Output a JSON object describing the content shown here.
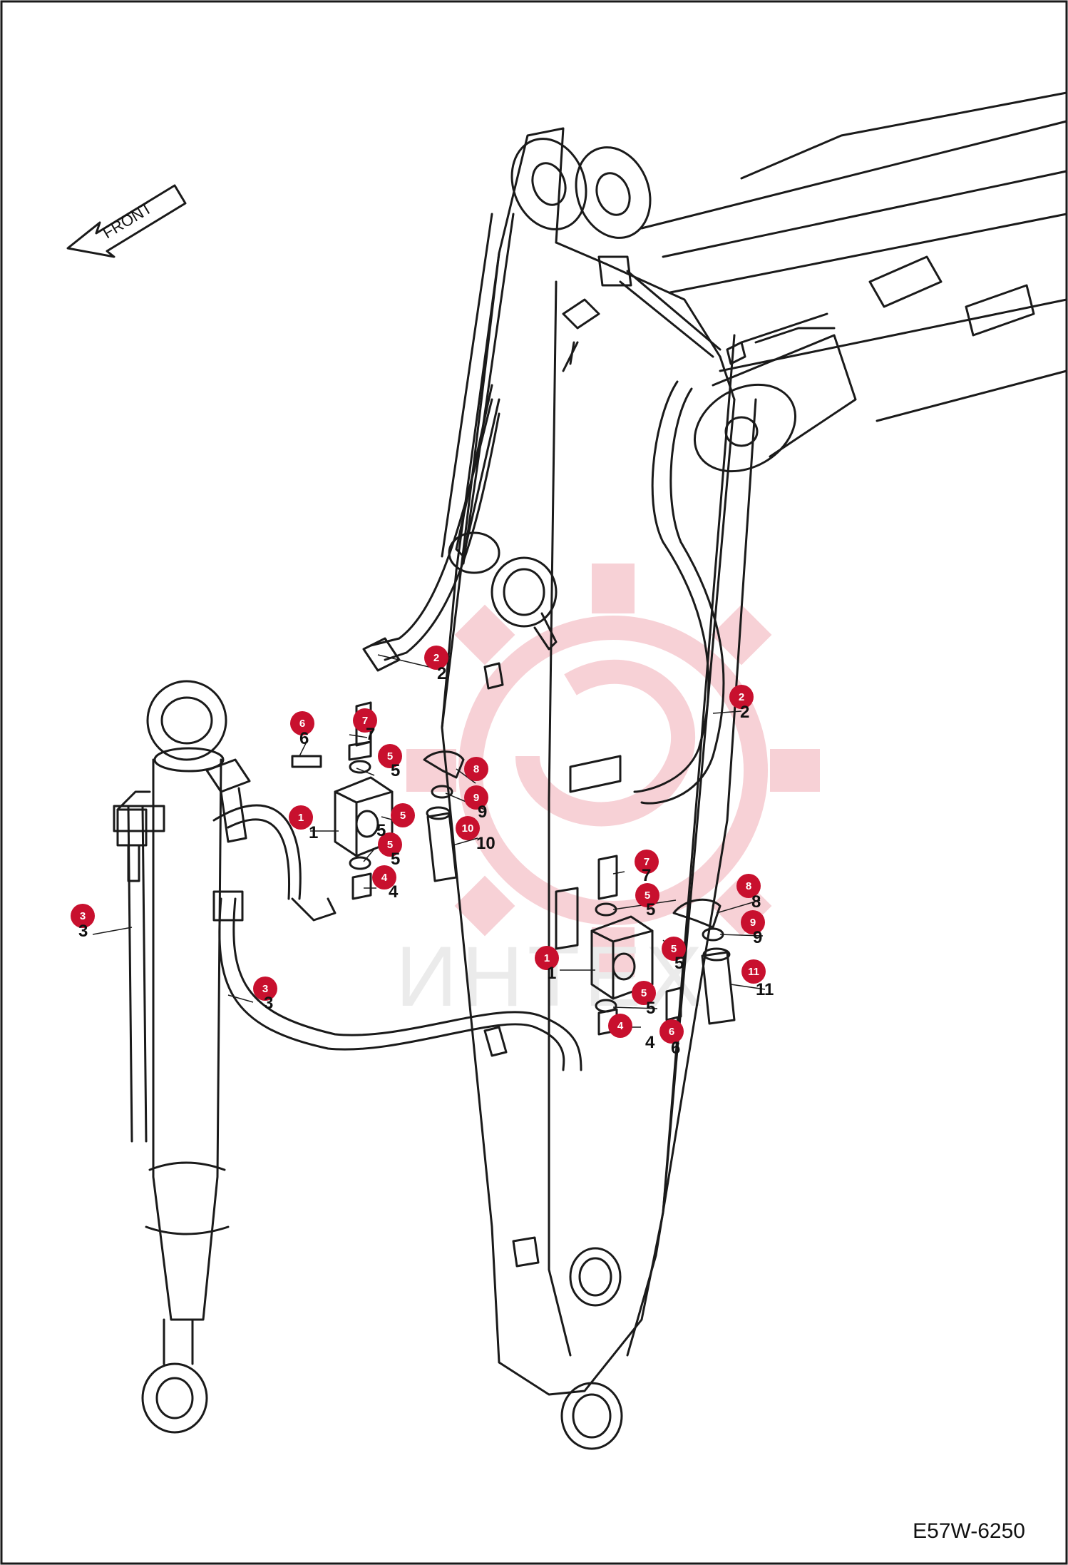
{
  "drawing": {
    "code": "E57W-6250",
    "front_label": "FRONT",
    "watermark_text": "ИНТЕХ"
  },
  "callouts": [
    {
      "id": "c2a",
      "num": "2"
    },
    {
      "id": "c2b",
      "num": "2"
    },
    {
      "id": "c6a",
      "num": "6"
    },
    {
      "id": "c7a",
      "num": "7"
    },
    {
      "id": "c5a",
      "num": "5"
    },
    {
      "id": "c8a",
      "num": "8"
    },
    {
      "id": "c9a",
      "num": "9"
    },
    {
      "id": "c1a",
      "num": "1"
    },
    {
      "id": "c5b",
      "num": "5"
    },
    {
      "id": "c10a",
      "num": "10"
    },
    {
      "id": "c5c",
      "num": "5"
    },
    {
      "id": "c4a",
      "num": "4"
    },
    {
      "id": "c3a",
      "num": "3"
    },
    {
      "id": "c3b",
      "num": "3"
    },
    {
      "id": "c7b",
      "num": "7"
    },
    {
      "id": "c5d",
      "num": "5"
    },
    {
      "id": "c8b",
      "num": "8"
    },
    {
      "id": "c9b",
      "num": "9"
    },
    {
      "id": "c5e",
      "num": "5"
    },
    {
      "id": "c1b",
      "num": "1"
    },
    {
      "id": "c11a",
      "num": "11"
    },
    {
      "id": "c5f",
      "num": "5"
    },
    {
      "id": "c4b",
      "num": "4"
    },
    {
      "id": "c6b",
      "num": "6"
    }
  ],
  "part_labels": [
    {
      "id": "p2a",
      "num": "2"
    },
    {
      "id": "p2b",
      "num": "2"
    },
    {
      "id": "p6a",
      "num": "6"
    },
    {
      "id": "p7a",
      "num": "7"
    },
    {
      "id": "p5a",
      "num": "5"
    },
    {
      "id": "p9a",
      "num": "9"
    },
    {
      "id": "p1a",
      "num": "1"
    },
    {
      "id": "p5b",
      "num": "5"
    },
    {
      "id": "p10a",
      "num": "10"
    },
    {
      "id": "p5c",
      "num": "5"
    },
    {
      "id": "p4a",
      "num": "4"
    },
    {
      "id": "p3a",
      "num": "3"
    },
    {
      "id": "p3b",
      "num": "3"
    },
    {
      "id": "p7b",
      "num": "7"
    },
    {
      "id": "p5d",
      "num": "5"
    },
    {
      "id": "p8b",
      "num": "8"
    },
    {
      "id": "p9b",
      "num": "9"
    },
    {
      "id": "p5e",
      "num": "5"
    },
    {
      "id": "p1b",
      "num": "1"
    },
    {
      "id": "p11a",
      "num": "11"
    },
    {
      "id": "p5f",
      "num": "5"
    },
    {
      "id": "p4b",
      "num": "4"
    },
    {
      "id": "p6b",
      "num": "6"
    }
  ],
  "colors": {
    "callout_fill": "#c8102e",
    "line": "#1a1a1a",
    "watermark": "#f6c9cf"
  }
}
